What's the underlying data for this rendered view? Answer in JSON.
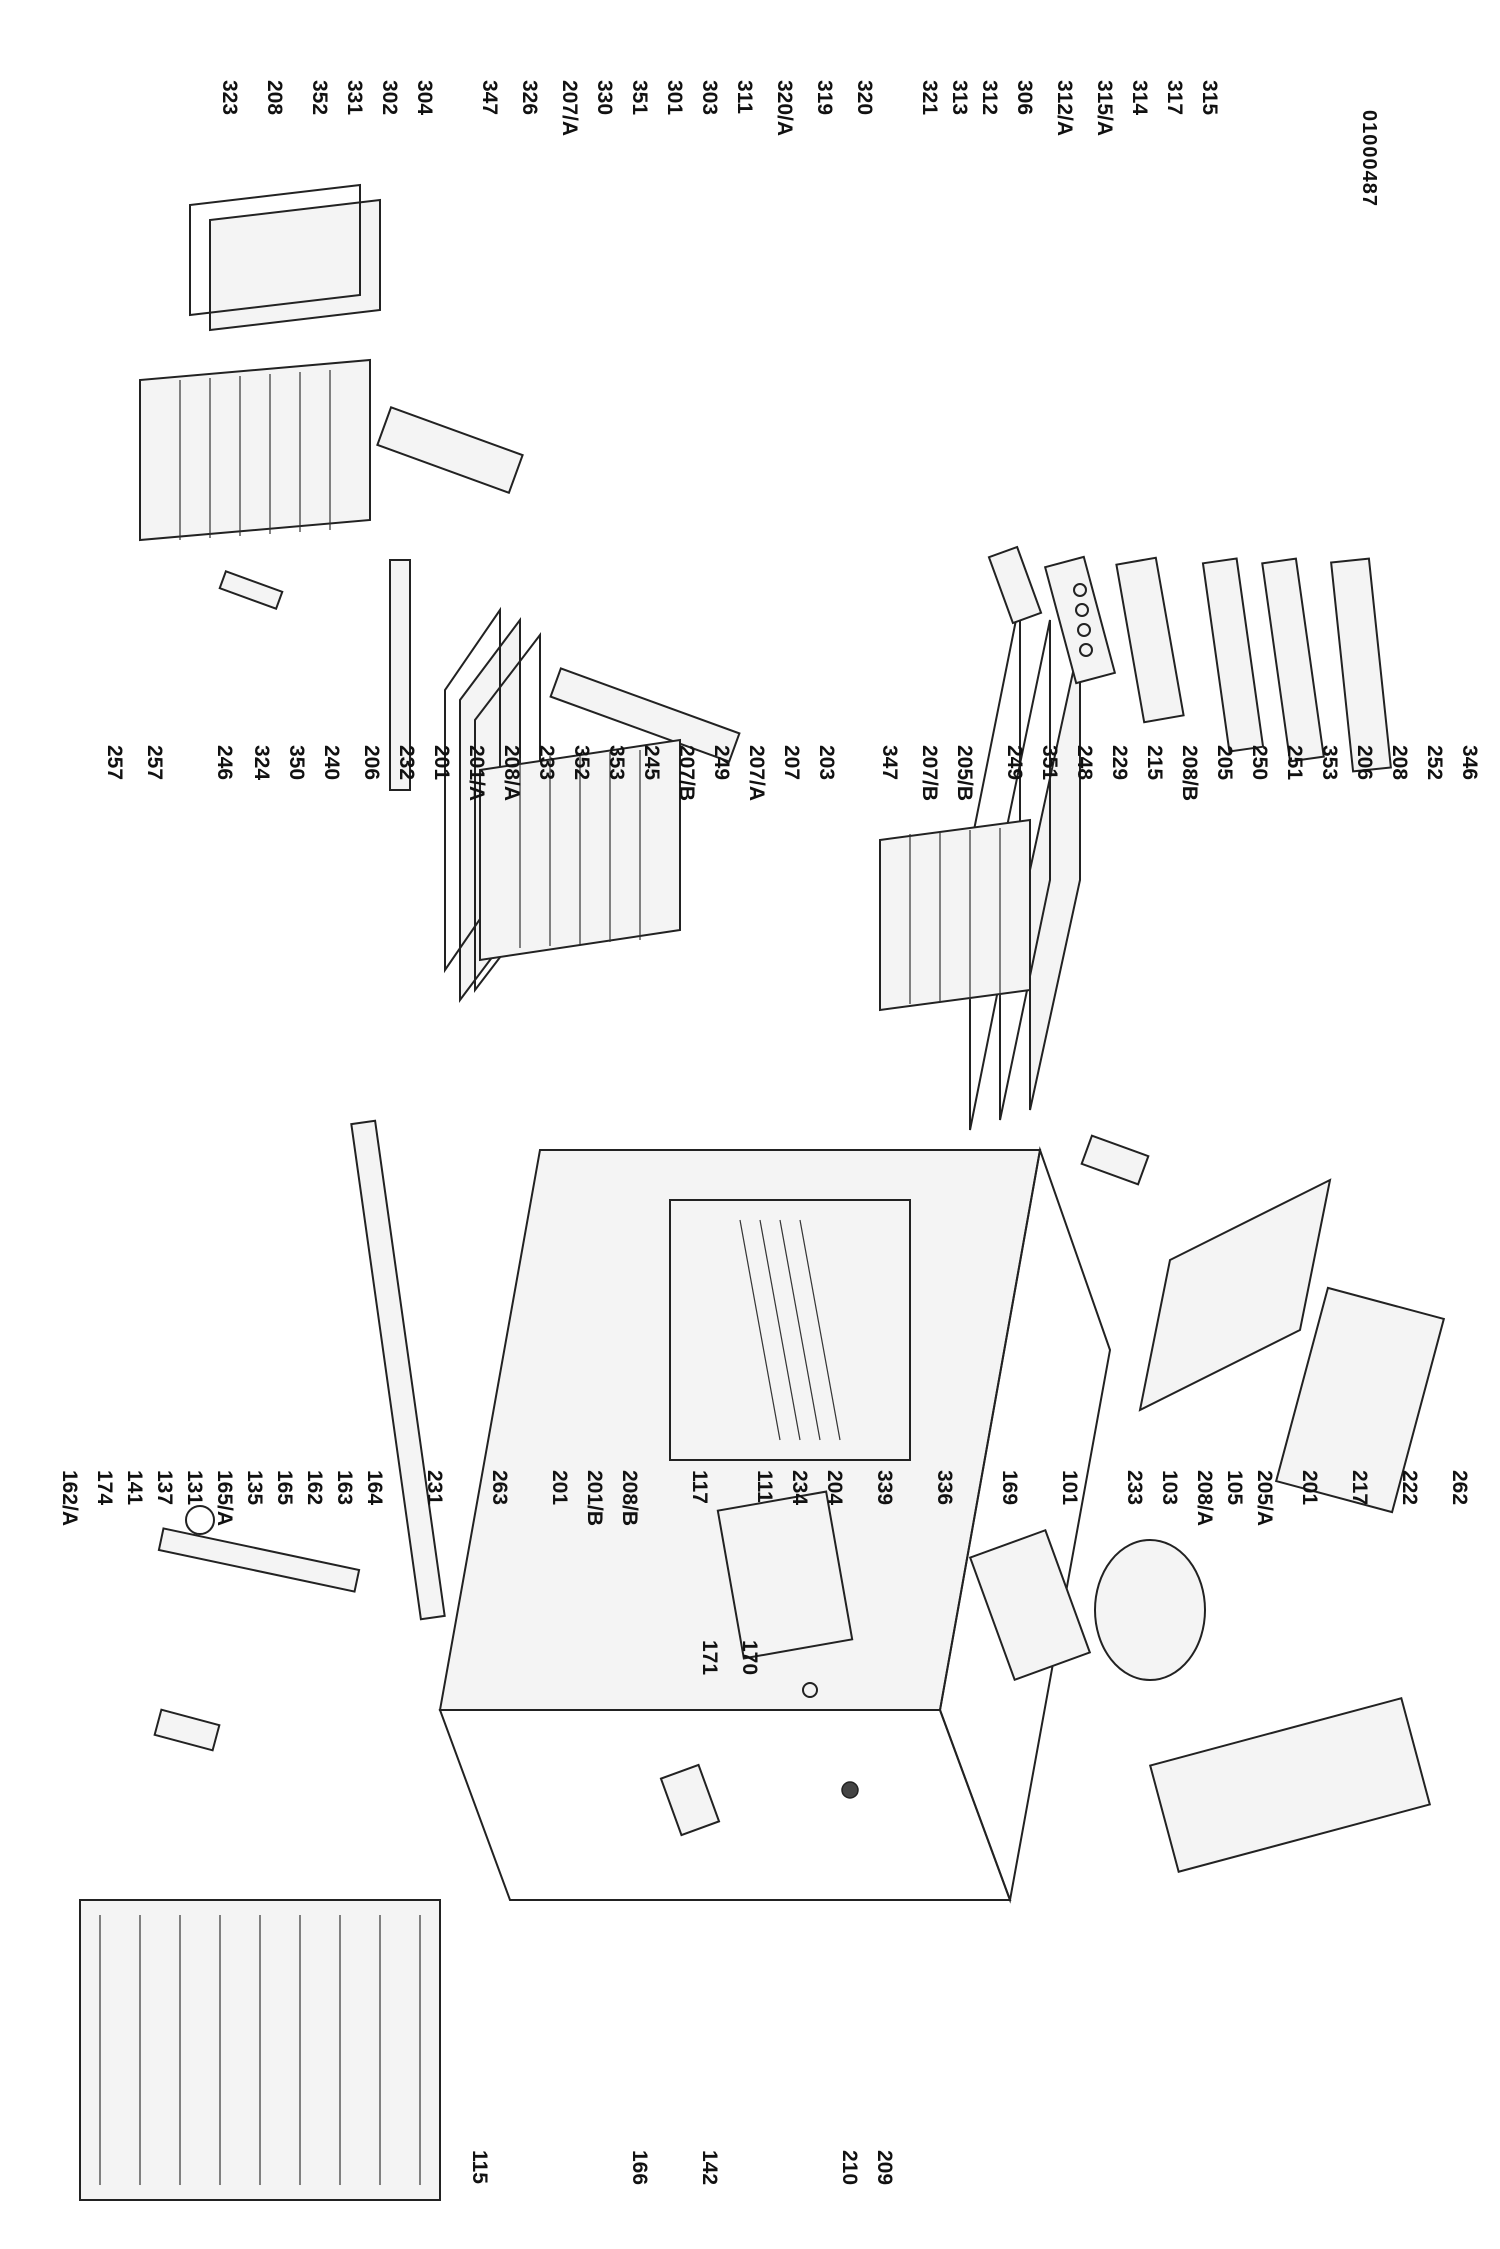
{
  "document": {
    "drawing_number": "01000487"
  },
  "labels_top": [
    "323",
    "208",
    "352",
    "331",
    "302",
    "304",
    "347",
    "326",
    "207/A",
    "330",
    "351",
    "301",
    "303",
    "311",
    "320/A",
    "319",
    "320",
    "321",
    "313",
    "312",
    "306",
    "312/A",
    "315/A",
    "314",
    "317",
    "315"
  ],
  "labels_middle": [
    "257",
    "257",
    "246",
    "324",
    "350",
    "240",
    "206",
    "232",
    "201",
    "201/A",
    "208/A",
    "233",
    "352",
    "353",
    "245",
    "207/B",
    "249",
    "207/A",
    "207",
    "203",
    "347",
    "207/B",
    "205/B",
    "249",
    "351",
    "248",
    "229",
    "215",
    "208/B",
    "205",
    "250",
    "251",
    "353",
    "206",
    "208",
    "252",
    "346"
  ],
  "labels_bottom": [
    "162/A",
    "174",
    "141",
    "137",
    "131",
    "165/A",
    "135",
    "165",
    "162",
    "163",
    "164",
    "231",
    "263",
    "201",
    "201/B",
    "208/B",
    "117",
    "111",
    "234",
    "204",
    "339",
    "336",
    "169",
    "101",
    "233",
    "103",
    "208/A",
    "105",
    "205/A",
    "201",
    "217",
    "222",
    "262",
    "171",
    "170",
    "166",
    "115",
    "142",
    "210",
    "209"
  ]
}
